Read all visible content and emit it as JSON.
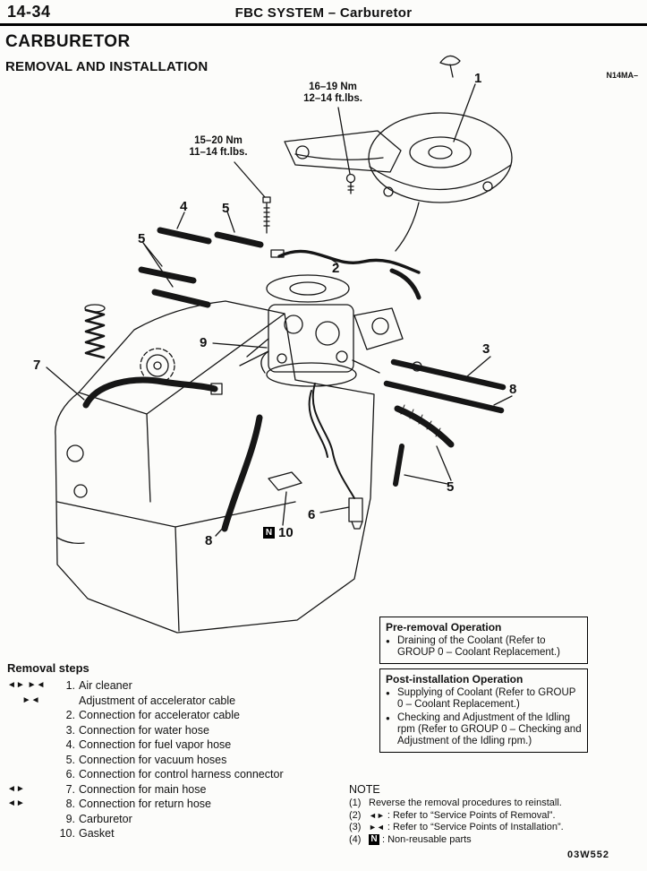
{
  "page": {
    "number": "14-34",
    "header": "FBC SYSTEM – Carburetor",
    "title": "CARBURETOR",
    "subtitle": "REMOVAL AND INSTALLATION",
    "ref_code": "N14MA–",
    "doc_code": "03W552"
  },
  "diagram": {
    "torque_labels": [
      {
        "line1": "16–19 Nm",
        "line2": "12–14 ft.lbs."
      },
      {
        "line1": "15–20 Nm",
        "line2": "11–14 ft.lbs."
      }
    ],
    "callouts": [
      {
        "id": "air-cleaner",
        "label": "1"
      },
      {
        "id": "accelerator-cable",
        "label": "2"
      },
      {
        "id": "fuel-vapor-hose",
        "label": "4"
      },
      {
        "id": "vacuum-hose-a",
        "label": "5"
      },
      {
        "id": "vacuum-hose-b",
        "label": "5"
      },
      {
        "id": "carburetor",
        "label": "9"
      },
      {
        "id": "main-hose",
        "label": "7"
      },
      {
        "id": "water-hose",
        "label": "3"
      },
      {
        "id": "return-hose-right",
        "label": "8"
      },
      {
        "id": "vacuum-hose-c",
        "label": "5"
      },
      {
        "id": "return-hose-left",
        "label": "8"
      },
      {
        "id": "control-harness-connector",
        "label": "6"
      },
      {
        "id": "gasket",
        "label": "10"
      }
    ],
    "non_reusable_symbol": "N"
  },
  "removal_steps": {
    "heading": "Removal steps",
    "items": [
      {
        "symbols": "◄► ►◄",
        "number": "1.",
        "text": "Air cleaner"
      },
      {
        "symbols": "      ►◄",
        "number": "",
        "text": "Adjustment of accelerator cable"
      },
      {
        "symbols": "",
        "number": "2.",
        "text": "Connection for accelerator cable"
      },
      {
        "symbols": "",
        "number": "3.",
        "text": "Connection for water hose"
      },
      {
        "symbols": "",
        "number": "4.",
        "text": "Connection for fuel vapor hose"
      },
      {
        "symbols": "",
        "number": "5.",
        "text": "Connection for vacuum hoses"
      },
      {
        "symbols": "",
        "number": "6.",
        "text": "Connection for control harness connector"
      },
      {
        "symbols": "◄►",
        "number": "7.",
        "text": "Connection for main hose"
      },
      {
        "symbols": "◄►",
        "number": "8.",
        "text": "Connection for return hose"
      },
      {
        "symbols": "",
        "number": "9.",
        "text": "Carburetor"
      },
      {
        "symbols": "",
        "number": "10.",
        "text": "Gasket"
      }
    ]
  },
  "pre_removal": {
    "title": "Pre-removal Operation",
    "bullets": [
      "Draining of the Coolant (Refer to GROUP 0 – Coolant Replacement.)"
    ]
  },
  "post_installation": {
    "title": "Post-installation Operation",
    "bullets": [
      "Supplying of Coolant (Refer to GROUP 0 – Coolant Replacement.)",
      "Checking and Adjustment of the Idling rpm (Refer to GROUP 0 – Checking and Adjustment of the Idling rpm.)"
    ]
  },
  "note": {
    "heading": "NOTE",
    "items": [
      {
        "num": "(1)",
        "symbol": "",
        "text": "Reverse the removal procedures to reinstall."
      },
      {
        "num": "(2)",
        "symbol": "◄►",
        "text": ": Refer to “Service Points of Removal”."
      },
      {
        "num": "(3)",
        "symbol": "►◄",
        "text": ": Refer to “Service Points of Installation”."
      },
      {
        "num": "(4)",
        "symbol": "N",
        "text": ": Non-reusable parts"
      }
    ]
  }
}
